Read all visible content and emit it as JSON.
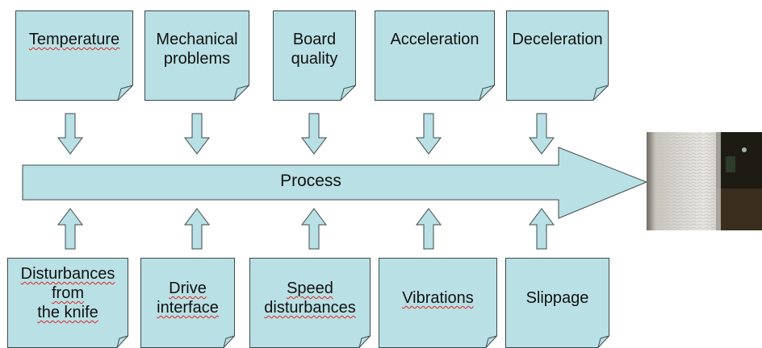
{
  "top_factors": [
    {
      "label": "Temperature",
      "squiggle": true
    },
    {
      "label": "Mechanical\nproblems",
      "squiggle": false
    },
    {
      "label": "Board\nquality",
      "squiggle": false
    },
    {
      "label": "Acceleration",
      "squiggle": false
    },
    {
      "label": "Deceleration",
      "squiggle": false
    }
  ],
  "bottom_factors": [
    {
      "label": "Disturbances\nfrom\nthe knife",
      "squiggle": true
    },
    {
      "label": "Drive\ninterface",
      "squiggle": true
    },
    {
      "label": "Speed\ndisturbances",
      "squiggle": true
    },
    {
      "label": "Vibrations",
      "squiggle": true
    },
    {
      "label": "Slippage",
      "squiggle": false
    }
  ],
  "process": {
    "label": "Process"
  },
  "colors": {
    "note_fill": "#b9e0e4",
    "note_stroke": "#3d4a4c",
    "arrow_fill": "#b9e0e4"
  },
  "image": {
    "subject": "stacked corrugated board photo"
  }
}
